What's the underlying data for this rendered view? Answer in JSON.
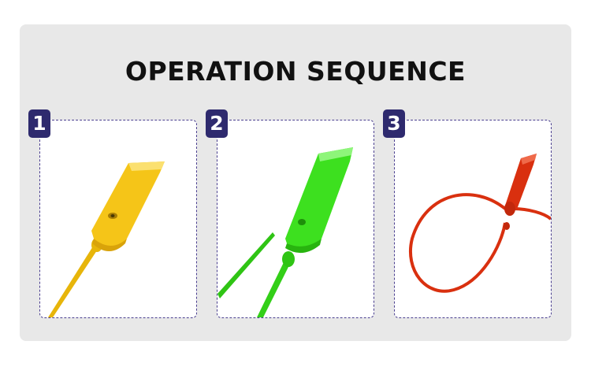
{
  "title": "OPERATION SEQUENCE",
  "steps": [
    {
      "number": "1",
      "seal_color": "#f5c518"
    },
    {
      "number": "2",
      "seal_color": "#3de01f"
    },
    {
      "number": "3",
      "seal_color": "#d9300f"
    }
  ]
}
